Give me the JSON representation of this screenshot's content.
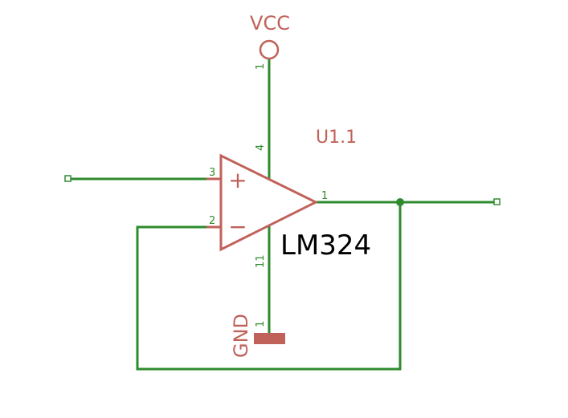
{
  "colors": {
    "wire": "#2e8b2e",
    "symbol": "#c0625a",
    "text_dark": "#000000",
    "background": "#ffffff"
  },
  "power": {
    "vcc_label": "VCC",
    "vcc_pin": "1",
    "gnd_label": "GND",
    "gnd_pin": "1"
  },
  "opamp": {
    "ref_designator": "U1.1",
    "part_value": "LM324",
    "plus_symbol": "+",
    "minus_symbol": "−",
    "pins": {
      "noninverting_input": "3",
      "inverting_input": "2",
      "output": "1",
      "vplus": "4",
      "vminus": "11"
    }
  }
}
